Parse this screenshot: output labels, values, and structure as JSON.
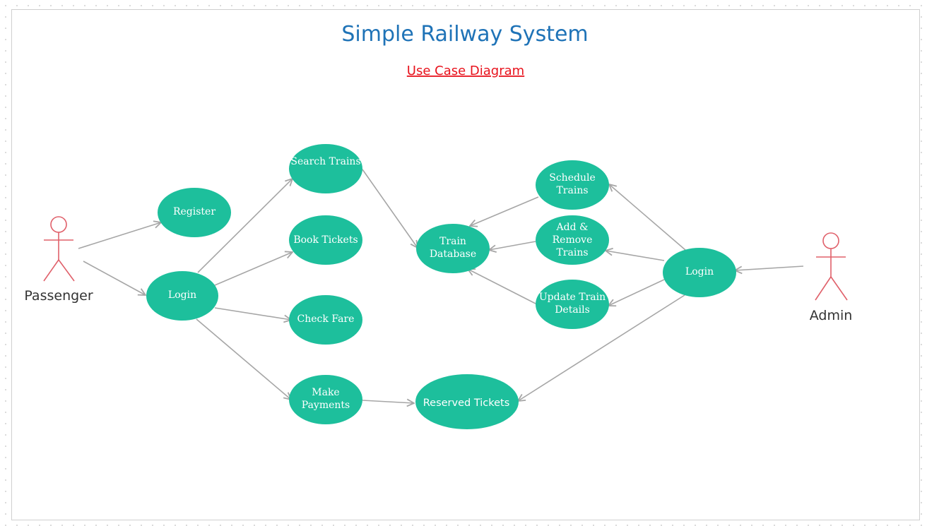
{
  "title": "Simple Railway System",
  "subtitle": "Use Case Diagram",
  "actors": {
    "passenger": "Passenger",
    "admin": "Admin"
  },
  "use_cases": {
    "register": [
      "Register"
    ],
    "login_passenger": [
      "Login"
    ],
    "search_trains": [
      "Search Trains"
    ],
    "book_tickets": [
      "Book Tickets"
    ],
    "check_fare": [
      "Check Fare"
    ],
    "make_payments": [
      "Make",
      "Payments"
    ],
    "train_database": [
      "Train",
      "Database"
    ],
    "reserved_tickets": [
      "Reserved Tickets"
    ],
    "schedule_trains": [
      "Schedule",
      "Trains"
    ],
    "add_remove_trains": [
      "Add &",
      "Remove",
      "Trains"
    ],
    "update_train_details": [
      "Update Train",
      "Details"
    ],
    "login_admin": [
      "Login"
    ]
  },
  "colors": {
    "use_case_fill": "#1dbf9c",
    "actor_stroke": "#e0606a",
    "edge": "#a6a6a6",
    "title": "#1f73b7",
    "subtitle": "#e8121c"
  }
}
